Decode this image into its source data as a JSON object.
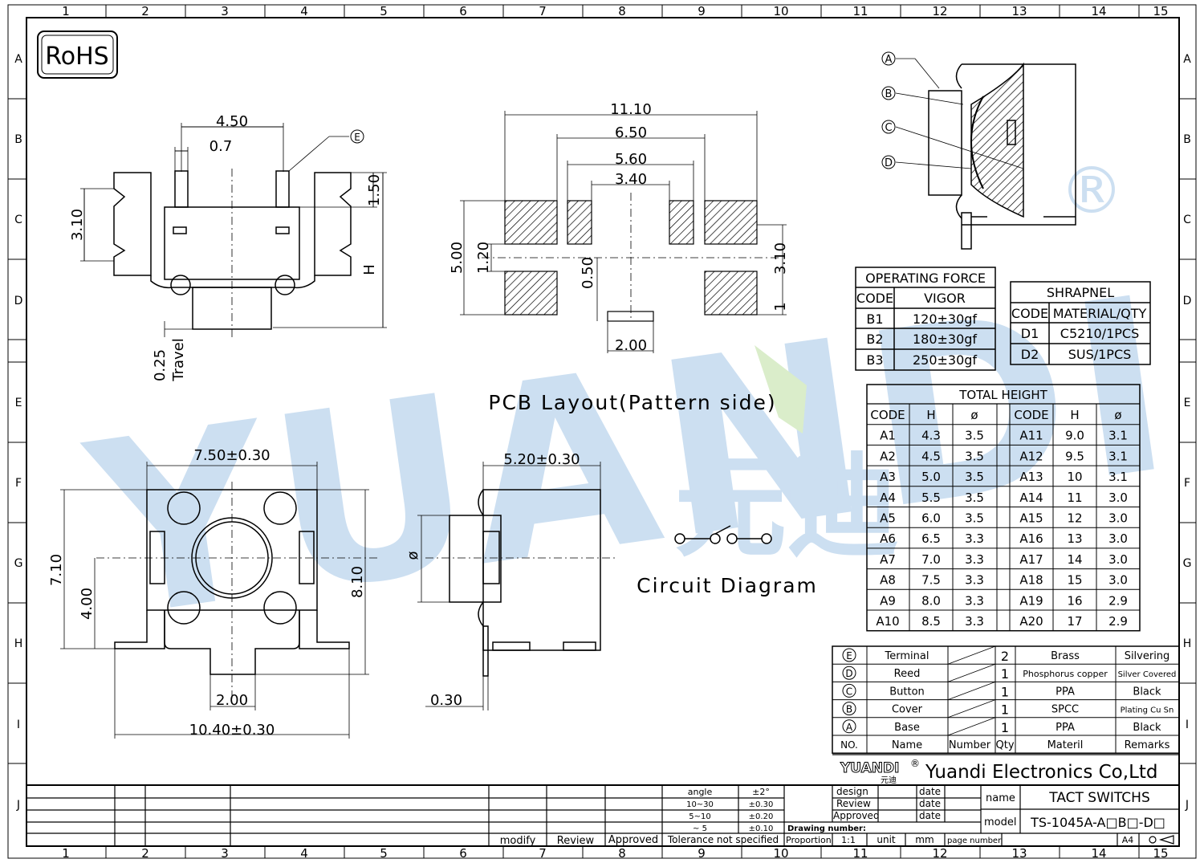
{
  "sheet": {
    "col_labels": [
      "1",
      "2",
      "3",
      "4",
      "5",
      "6",
      "7",
      "8",
      "9",
      "10",
      "11",
      "12",
      "13",
      "14",
      "15"
    ],
    "row_labels": [
      "A",
      "B",
      "C",
      "D",
      "E",
      "F",
      "G",
      "H",
      "I",
      "J"
    ]
  },
  "rohs": "RoHS",
  "watermark": {
    "text": "YUANDI",
    "cn": "元迪",
    "reg": "®"
  },
  "callouts": {
    "A": "A",
    "B": "B",
    "C": "C",
    "D": "D",
    "E": "E"
  },
  "side_view": {
    "dims": {
      "w450": "4.50",
      "w07": "0.7",
      "h310": "3.10",
      "h150": "1.50",
      "H": "H",
      "travel_val": "0.25",
      "travel": "Travel"
    }
  },
  "pcb": {
    "title": "PCB Layout(Pattern side)",
    "dims": {
      "d1110": "11.10",
      "d650": "6.50",
      "d560": "5.60",
      "d340": "3.40",
      "d500": "5.00",
      "d120": "1.20",
      "d050": "0.50",
      "d310": "3.10",
      "d1": "1",
      "d200": "2.00"
    }
  },
  "top_view": {
    "dims": {
      "w750": "7.50±0.30",
      "h710": "7.10",
      "h400": "4.00",
      "h810": "8.10",
      "w200": "2.00",
      "w1040": "10.40±0.30"
    }
  },
  "front_view": {
    "dims": {
      "w520": "5.20±0.30",
      "phi": "ø",
      "w030": "0.30"
    }
  },
  "circuit": {
    "title": "Circuit Diagram"
  },
  "operating_force": {
    "title": "OPERATING FORCE",
    "headers": [
      "CODE",
      "VIGOR"
    ],
    "rows": [
      [
        "B1",
        "120±30gf"
      ],
      [
        "B2",
        "180±30gf"
      ],
      [
        "B3",
        "250±30gf"
      ]
    ]
  },
  "shrapnel": {
    "title": "SHRAPNEL",
    "headers": [
      "CODE",
      "MATERIAL/QTY"
    ],
    "rows": [
      [
        "D1",
        "C5210/1PCS"
      ],
      [
        "D2",
        "SUS/1PCS"
      ]
    ]
  },
  "total_height": {
    "title": "TOTAL HEIGHT",
    "headers": [
      "CODE",
      "H",
      "ø",
      "CODE",
      "H",
      "ø"
    ],
    "rows": [
      [
        "A1",
        "4.3",
        "3.5",
        "A11",
        "9.0",
        "3.1"
      ],
      [
        "A2",
        "4.5",
        "3.5",
        "A12",
        "9.5",
        "3.1"
      ],
      [
        "A3",
        "5.0",
        "3.5",
        "A13",
        "10",
        "3.1"
      ],
      [
        "A4",
        "5.5",
        "3.5",
        "A14",
        "11",
        "3.0"
      ],
      [
        "A5",
        "6.0",
        "3.5",
        "A15",
        "12",
        "3.0"
      ],
      [
        "A6",
        "6.5",
        "3.3",
        "A16",
        "13",
        "3.0"
      ],
      [
        "A7",
        "7.0",
        "3.3",
        "A17",
        "14",
        "3.0"
      ],
      [
        "A8",
        "7.5",
        "3.3",
        "A18",
        "15",
        "3.0"
      ],
      [
        "A9",
        "8.0",
        "3.3",
        "A19",
        "16",
        "2.9"
      ],
      [
        "A10",
        "8.5",
        "3.3",
        "A20",
        "17",
        "2.9"
      ]
    ]
  },
  "bom": {
    "rows": [
      {
        "no": "E",
        "name": "Terminal",
        "qty": "2",
        "material": "Brass",
        "remarks": "Silvering"
      },
      {
        "no": "D",
        "name": "Reed",
        "qty": "1",
        "material": "Phosphorus copper",
        "remarks": "Silver Covered"
      },
      {
        "no": "C",
        "name": "Button",
        "qty": "1",
        "material": "PPA",
        "remarks": "Black"
      },
      {
        "no": "B",
        "name": "Cover",
        "qty": "1",
        "material": "SPCC",
        "remarks": "Plating Cu Sn"
      },
      {
        "no": "A",
        "name": "Base",
        "qty": "1",
        "material": "PPA",
        "remarks": "Black"
      }
    ],
    "header": {
      "no": "NO.",
      "name": "Name",
      "number": "Number",
      "qty": "Qty",
      "material": "Materil",
      "remarks": "Remarks"
    }
  },
  "title_block": {
    "company": "Yuandi Electronics Co,Ltd",
    "logo": "YUANDI",
    "logo_cn": "元迪",
    "logo_reg": "®",
    "design": "design",
    "review": "Review",
    "approved": "Approved",
    "date": "date",
    "name_label": "name",
    "name_value": "TACT  SWITCHS",
    "model_label": "model",
    "model_value": "TS-1045A-A□B□-D□",
    "drawing_number": "Drawing number:",
    "proportion": "Proportion",
    "scale": "1:1",
    "unit": "unit",
    "mm": "mm",
    "page_number": "page number",
    "size": "A4"
  },
  "tolerance": {
    "angle": "angle",
    "angle_val": "±2°",
    "r1": "10~30",
    "r1v": "±0.30",
    "r2": "5~10",
    "r2v": "±0.20",
    "r3": "~ 5",
    "r3v": "±0.10",
    "label": "Tolerance  not  specified"
  },
  "revision": {
    "modify": "modify",
    "review": "Review",
    "approved": "Approved"
  }
}
